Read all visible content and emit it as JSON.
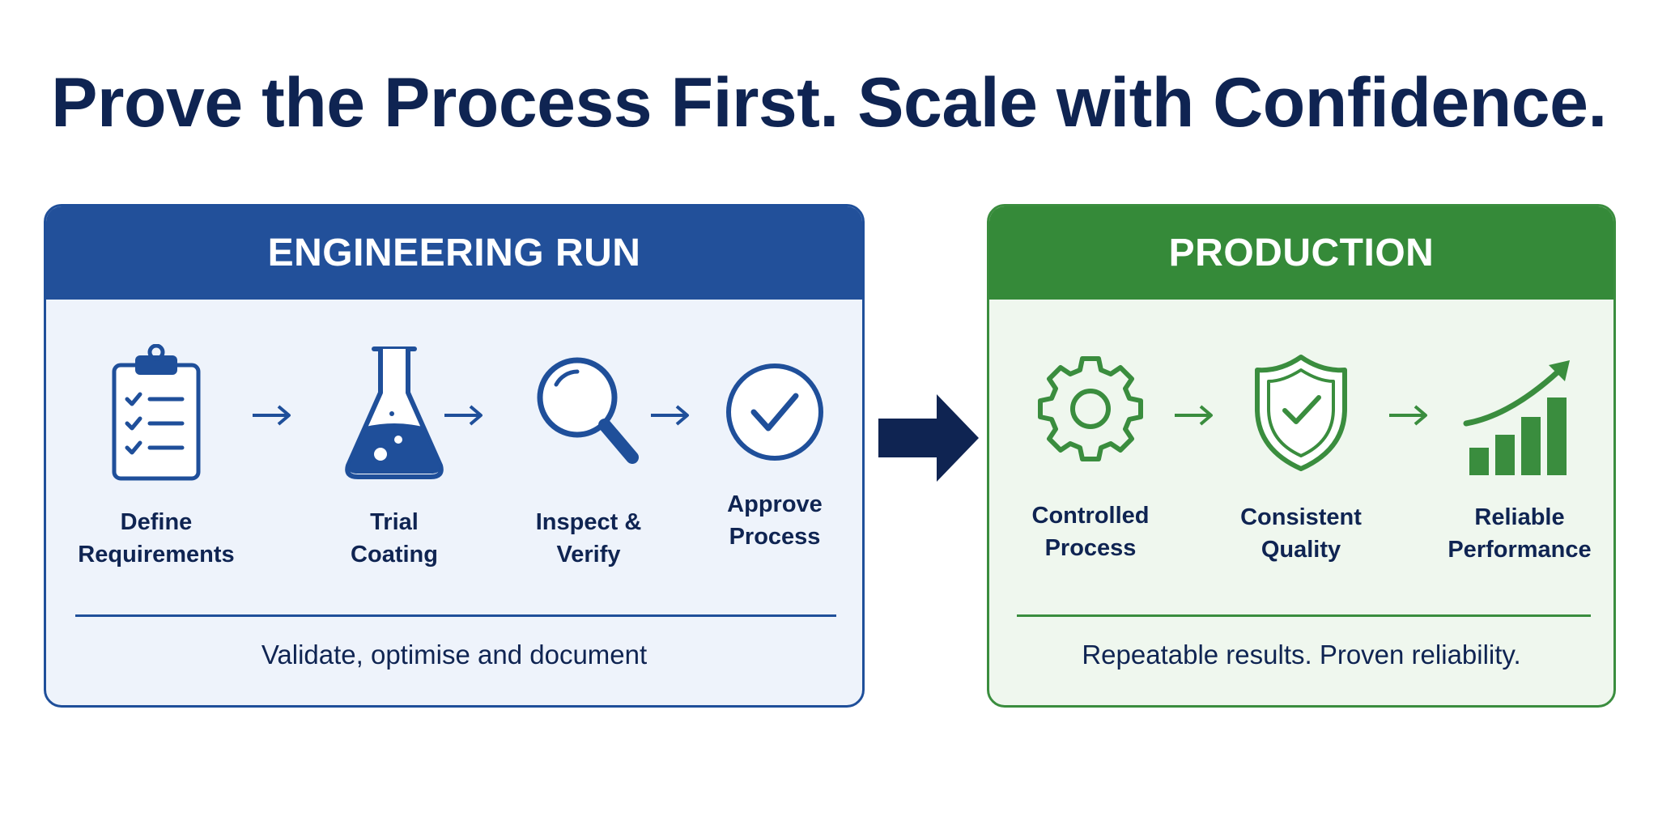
{
  "title": "Prove the Process First. Scale with Confidence.",
  "colors": {
    "navy": "#0f2452",
    "engineering_blue": "#22509a",
    "production_green": "#358a39"
  },
  "engineering": {
    "header": "ENGINEERING RUN",
    "steps": [
      {
        "icon": "clipboard-checklist-icon",
        "label": "Define\nRequirements"
      },
      {
        "icon": "flask-icon",
        "label": "Trial\nCoating"
      },
      {
        "icon": "magnifier-icon",
        "label": "Inspect &\nVerify"
      },
      {
        "icon": "check-circle-icon",
        "label": "Approve\nProcess"
      }
    ],
    "footer": "Validate, optimise and document"
  },
  "production": {
    "header": "PRODUCTION",
    "steps": [
      {
        "icon": "gear-icon",
        "label": "Controlled\nProcess"
      },
      {
        "icon": "shield-check-icon",
        "label": "Consistent\nQuality"
      },
      {
        "icon": "growth-chart-icon",
        "label": "Reliable\nPerformance"
      }
    ],
    "footer": "Repeatable results. Proven reliability."
  }
}
